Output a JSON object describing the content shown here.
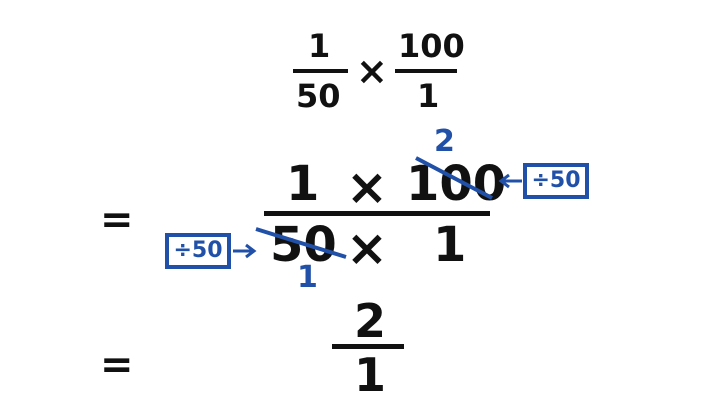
{
  "line1": {
    "fraction_a": {
      "numerator": "1",
      "denominator": "50"
    },
    "operator": "×",
    "fraction_b": {
      "numerator": "100",
      "denominator": "1"
    }
  },
  "line2": {
    "equals": "=",
    "numerator": {
      "left": "1",
      "operator": "×",
      "right": "100"
    },
    "denominator": {
      "left": "50",
      "operator": "×",
      "right": "1"
    },
    "cancel_top": {
      "result": "2",
      "divide_label": "÷50"
    },
    "cancel_bottom": {
      "result": "1",
      "divide_label": "÷50"
    }
  },
  "line3": {
    "equals": "=",
    "numerator": "2",
    "denominator": "1"
  },
  "colors": {
    "text": "#111111",
    "accent": "#2150a8"
  }
}
